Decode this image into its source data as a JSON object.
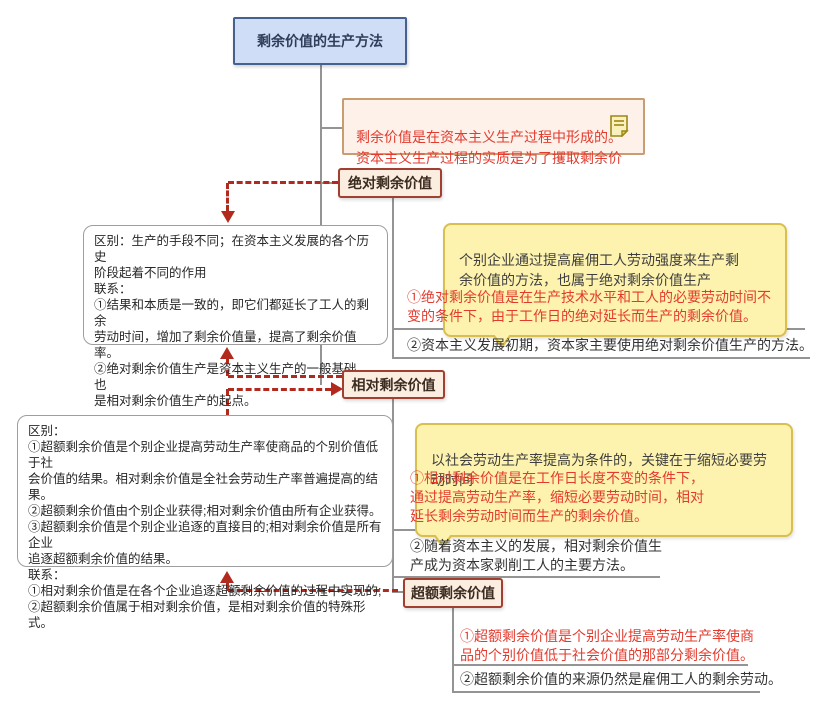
{
  "root": {
    "label": "剩余价值的生产方法"
  },
  "note": {
    "text": "剩余价值是在资本主义生产过程中形成的。\n资本主义生产过程的实质是为了攫取剩余价值",
    "icon": "note-icon"
  },
  "absolute": {
    "label": "绝对剩余价值",
    "callout": "个别企业通过提高雇佣工人劳动强度来生产剩\n余价值的方法，也属于绝对剩余价值生产",
    "point1": "①绝对剩余价值是在生产技术水平和工人的必要劳动时间不\n变的条件下，由于工作日的绝对延长而生产的剩余价值。",
    "point2": "②资本主义发展初期，资本家主要使用绝对剩余价值生产的方法。",
    "compare": "区别：生产的手段不同；在资本主义发展的各个历史\n阶段起着不同的作用\n联系：\n①结果和本质是一致的，即它们都延长了工人的剩余\n劳动时间，增加了剩余价值量，提高了剩余价值率。\n②绝对剩余价值生产是资本主义生产的一般基础，也\n是相对剩余价值生产的起点。"
  },
  "relative": {
    "label": "相对剩余价值",
    "callout": "以社会劳动生产率提高为条件的，关键在于缩短必要劳动时间",
    "point1": "①相对剩余价值是在工作日长度不变的条件下，\n通过提高劳动生产率，缩短必要劳动时间，相对\n延长剩余劳动时间而生产的剩余价值。",
    "point2": "②随着资本主义的发展，相对剩余价值生\n产成为资本家剥削工人的主要方法。",
    "compare": "区别：\n①超额剩余价值是个别企业提高劳动生产率使商品的个别价值低于社\n会价值的结果。相对剩余价值是全社会劳动生产率普遍提高的结果。\n②超额剩余价值由个别企业获得;相对剩余价值由所有企业获得。\n③超额剩余价值是个别企业追逐的直接目的;相对剩余价值是所有企业\n追逐超额剩余价值的结果。\n联系：\n①相对剩余价值是在各个企业追逐超额剩余价值的过程中实现的;\n②超额剩余价值属于相对剩余价值，是相对剩余价值的特殊形式。"
  },
  "excess": {
    "label": "超额剩余价值",
    "point1": "①超额剩余价值是个别企业提高劳动生产率使商\n品的个别价值低于社会价值的那部分剩余价值。",
    "point2": "②超额剩余价值的来源仍然是雇佣工人的剩余劳动。"
  },
  "colors": {
    "root_fill": "#cfddf7",
    "root_border": "#44618f",
    "topic_fill": "#fbeee0",
    "topic_border": "#a13f30",
    "note_fill": "#fdf1ea",
    "note_border": "#c89d72",
    "callout_fill": "#fdf3af",
    "callout_border": "#d9bf4e",
    "emphasis_red": "#e23b2e",
    "relation_dash_red": "#b22a1d",
    "tree_line_gray": "#949494"
  }
}
